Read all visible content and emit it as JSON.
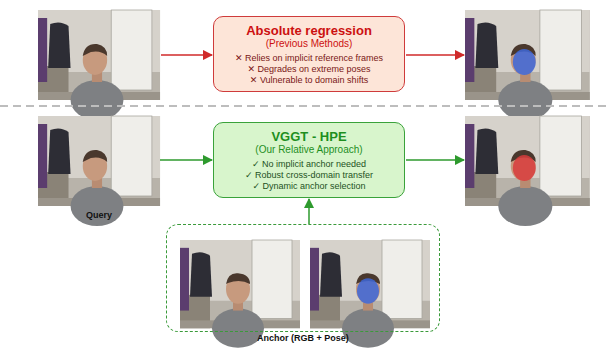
{
  "diagram": {
    "nodes": [
      {
        "text": [
          "Absolute regression",
          "(Previous Methods)",
          "✕ Relies on implicit reference frames",
          "✕ Degrades on extreme poses",
          "✕ Vulnerable to domain shifts"
        ]
      },
      {
        "text": [
          "Query"
        ]
      },
      {
        "text": [
          "VGGT - HPE",
          "(Our Relative Approach)",
          "✓ No implicit anchor needed",
          "✓ Robust cross-domain transfer",
          "✓ Dynamic anchor selection"
        ]
      },
      {
        "text": [
          "Anchor (RGB + Pose)"
        ]
      }
    ],
    "edges": [
      {
        "from": 1,
        "to": 2,
        "arrow": "to"
      },
      {
        "from": 3,
        "to": 2,
        "arrow": "to"
      }
    ]
  }
}
